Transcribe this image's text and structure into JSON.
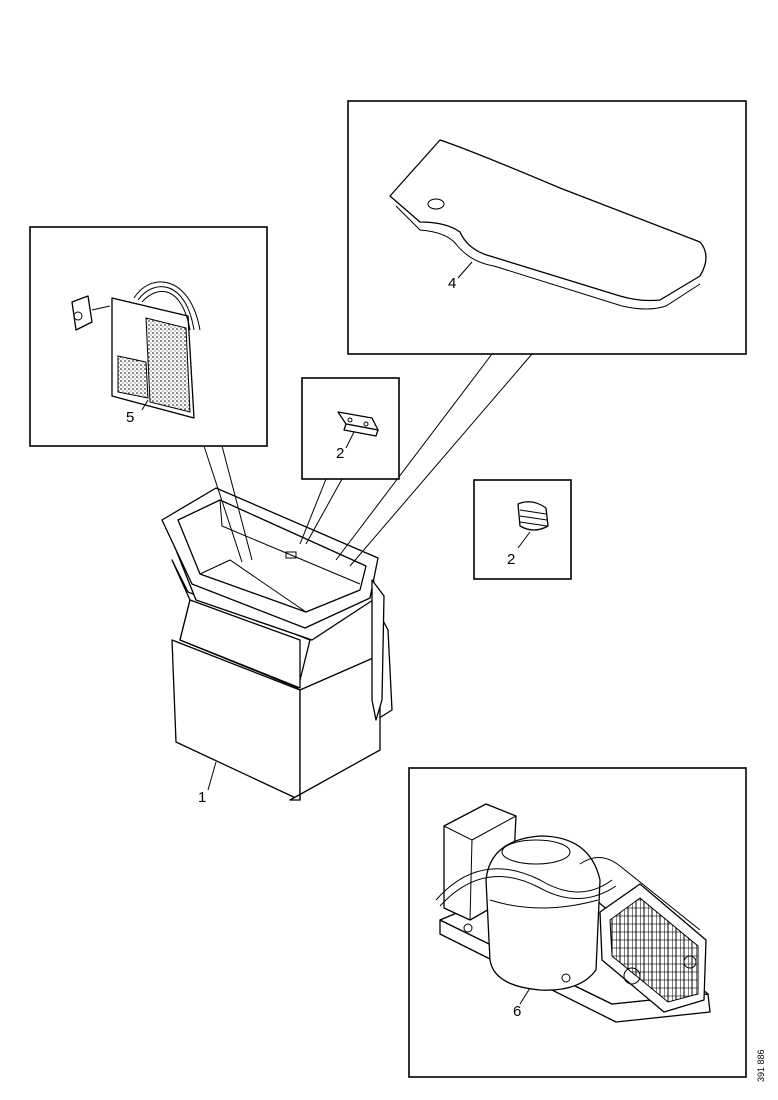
{
  "callouts": {
    "cabinet": "1",
    "pad_upper": "2",
    "pad_right": "2",
    "lid": "4",
    "control_panel": "5",
    "compressor_unit": "6"
  },
  "diagram_number": "391 886"
}
